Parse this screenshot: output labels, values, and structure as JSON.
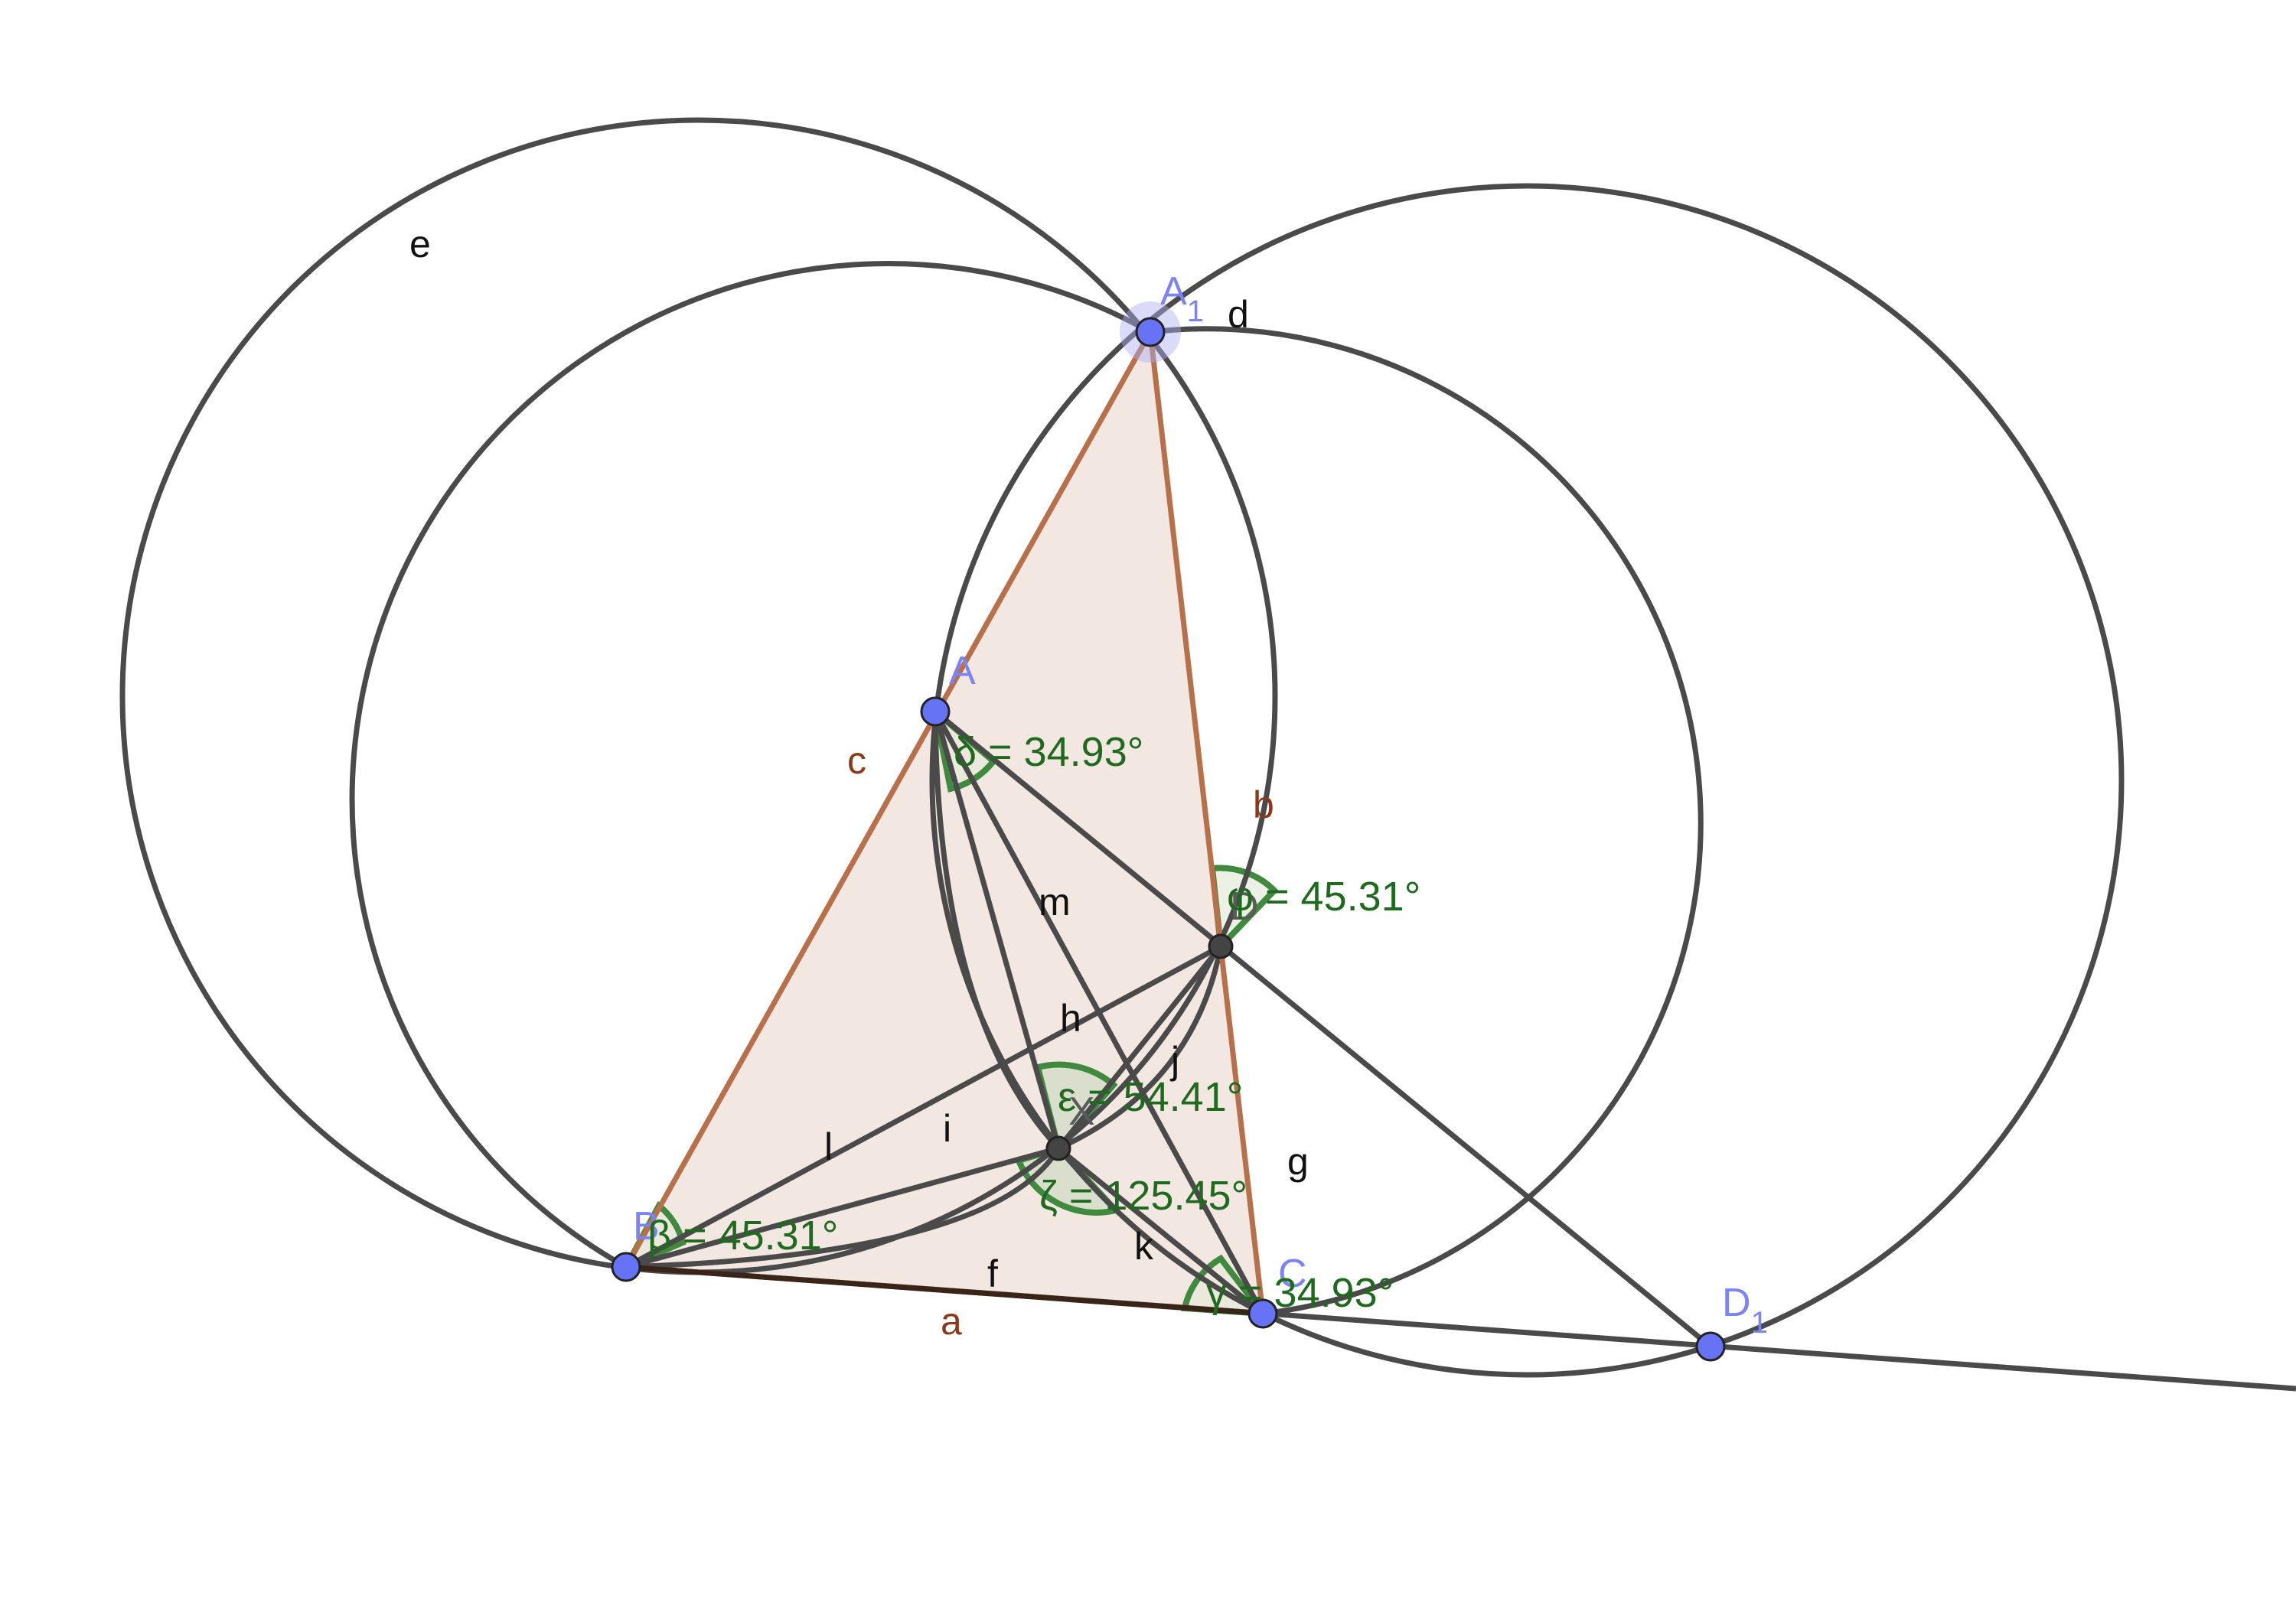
{
  "points": {
    "A1": {
      "name": "A",
      "sub": "1"
    },
    "A": {
      "name": "A"
    },
    "B": {
      "name": "B"
    },
    "C": {
      "name": "C"
    },
    "D": {
      "name": "D"
    },
    "X": {
      "name": "X"
    },
    "D1": {
      "name": "D",
      "sub": "1"
    }
  },
  "objects": {
    "e": "e",
    "d": "d",
    "c": "c",
    "b": "b",
    "a": "a",
    "m": "m",
    "h": "h",
    "j": "j",
    "l": "l",
    "i": "i",
    "g": "g",
    "k": "k",
    "f": "f"
  },
  "angles": {
    "delta": "δ = 34.93°",
    "phi": "φ = 45.31°",
    "epsilon": "ε = 54.41°",
    "zeta": "ζ = 125.45°",
    "beta": "β = 45.31°",
    "gamma": "γ = 34.93°"
  },
  "colors": {
    "circle": "#4a4a4a",
    "segment": "#4a4a4a",
    "triangle_side": "#b7704a",
    "triangle_fill": "#f3e7e2",
    "free_point": "#6673f5",
    "dependent_point": "#444444",
    "point_label": "#7b84f2",
    "angle": "#3f8a3f",
    "angle_text": "#1f6a1f",
    "side_label": "#8a3a1a"
  }
}
